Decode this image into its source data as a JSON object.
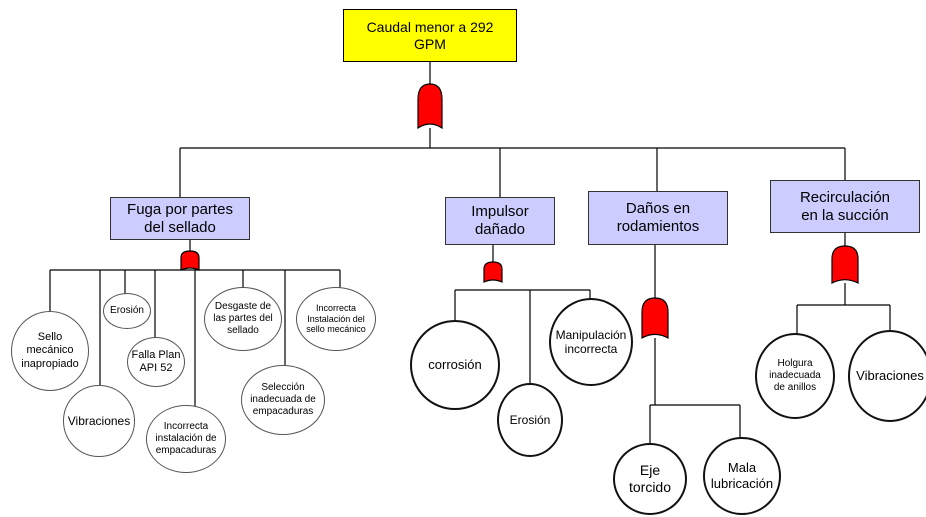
{
  "root": {
    "label": "Caudal menor a 292\nGPM",
    "gate": "or-gate-red"
  },
  "categories": [
    {
      "label": "Fuga por partes\ndel sellado",
      "gate": "or-gate-red",
      "causes": [
        "Sello\nmecánico\ninapropiado",
        "Vibraciones",
        "Erosión",
        "Falla Plan\nAPI 52",
        "Incorrecta\ninstalación de\nempacaduras",
        "Desgaste de\nlas partes del\nsellado",
        "Selección\ninadecuada de\nempacaduras",
        "Incorrecta\nInstalación del\nsello mecánico"
      ]
    },
    {
      "label": "Impulsor\ndañado",
      "gate": "or-gate-red",
      "causes": [
        "corrosión",
        "Erosión",
        "Manipulación\nincorrecta"
      ]
    },
    {
      "label": "Daños en\nrodamientos",
      "gate": "or-gate-red",
      "causes": [
        "Eje\ntorcido",
        "Mala\nlubricación"
      ]
    },
    {
      "label": "Recirculación\nen la succión",
      "gate": "or-gate-red",
      "causes": [
        "Holgura\ninadecuada\nde anillos",
        "Vibraciones"
      ]
    }
  ],
  "colors": {
    "root_fill": "#ffff00",
    "category_fill": "#ccccff",
    "gate_fill": "#ff0000"
  }
}
